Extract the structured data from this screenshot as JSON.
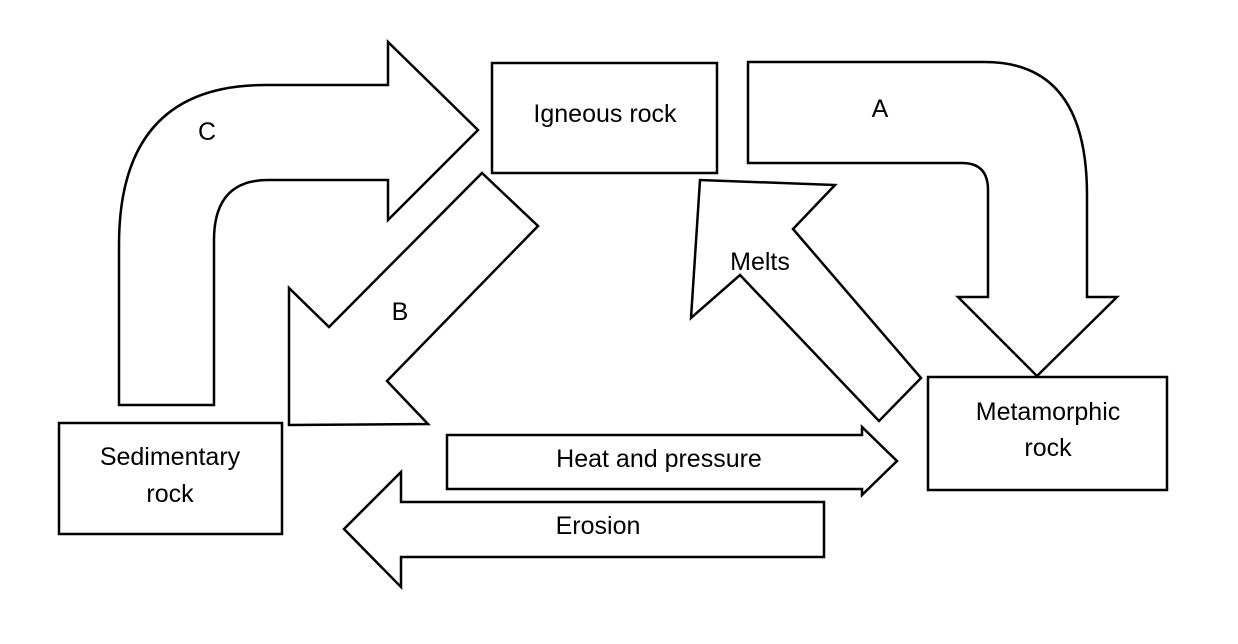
{
  "boxes": {
    "igneous": "Igneous rock",
    "sedimentary_line1": "Sedimentary",
    "sedimentary_line2": "rock",
    "metamorphic_line1": "Metamorphic",
    "metamorphic_line2": "rock"
  },
  "arrows": {
    "a": "A",
    "b": "B",
    "c": "C",
    "melts": "Melts",
    "heat": "Heat and pressure",
    "erosion": "Erosion"
  }
}
